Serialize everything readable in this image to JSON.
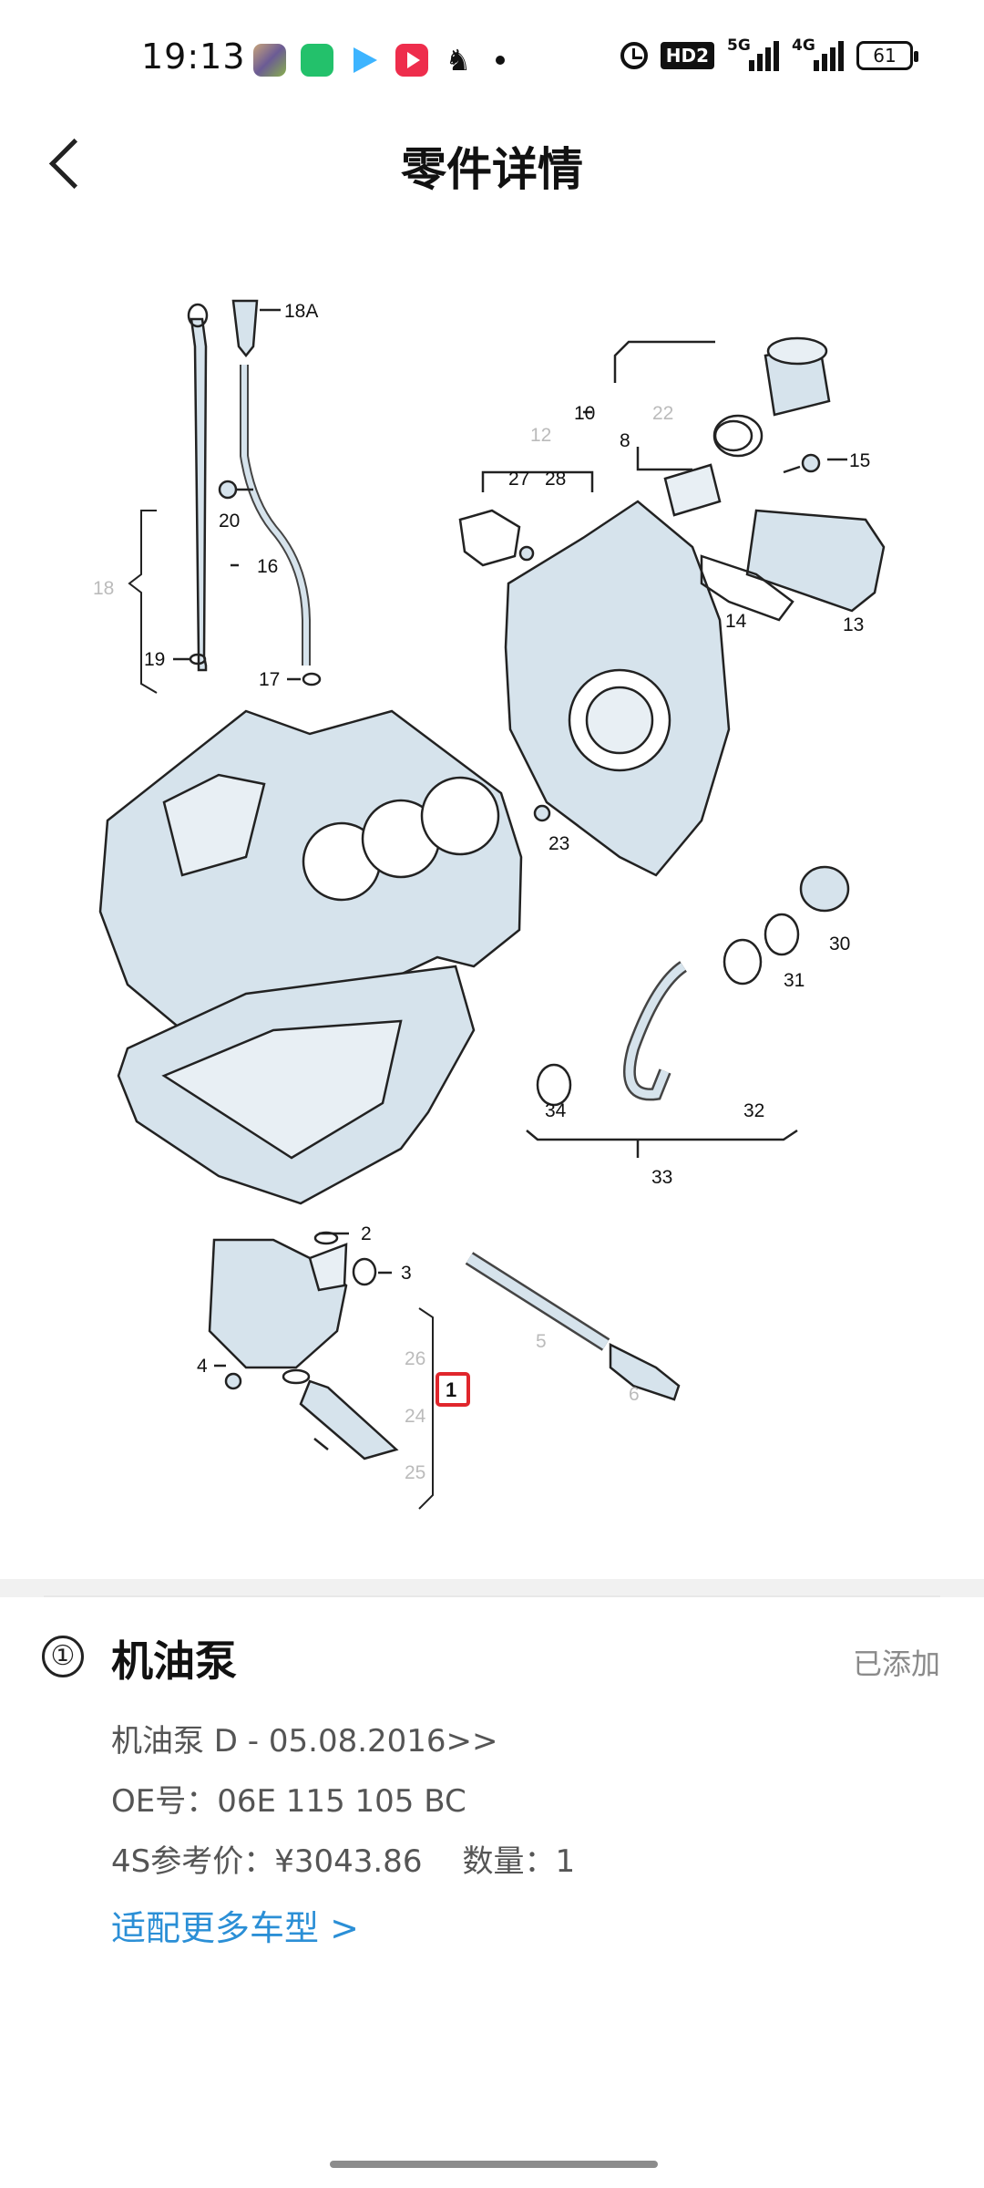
{
  "status_bar": {
    "time": "19:13",
    "hd_label": "HD2",
    "signal1_label": "5G",
    "signal2_label": "4G",
    "battery": "61"
  },
  "header": {
    "title": "零件详情"
  },
  "diagram": {
    "labels": [
      "18A",
      "10",
      "22",
      "8",
      "12",
      "27",
      "28",
      "15",
      "20",
      "16",
      "18",
      "19",
      "17",
      "14",
      "13",
      "23",
      "30",
      "31",
      "32",
      "34",
      "33",
      "2",
      "3",
      "26",
      "4",
      "1",
      "24",
      "25",
      "5",
      "6"
    ],
    "highlighted_label": "1"
  },
  "part": {
    "index": "①",
    "name": "机油泵",
    "status": "已添加",
    "desc": "机油泵 D - 05.08.2016>>",
    "oe_label": "OE号：",
    "oe_value": "06E 115 105 BC",
    "price_label": "4S参考价：",
    "price_value": "¥3043.86",
    "qty_label": "数量：",
    "qty_value": "1",
    "more_link": "适配更多车型 >"
  },
  "colors": {
    "accent": "#2b8fd6",
    "highlight": "#e0262c",
    "part_fill": "#d6e3ec"
  }
}
